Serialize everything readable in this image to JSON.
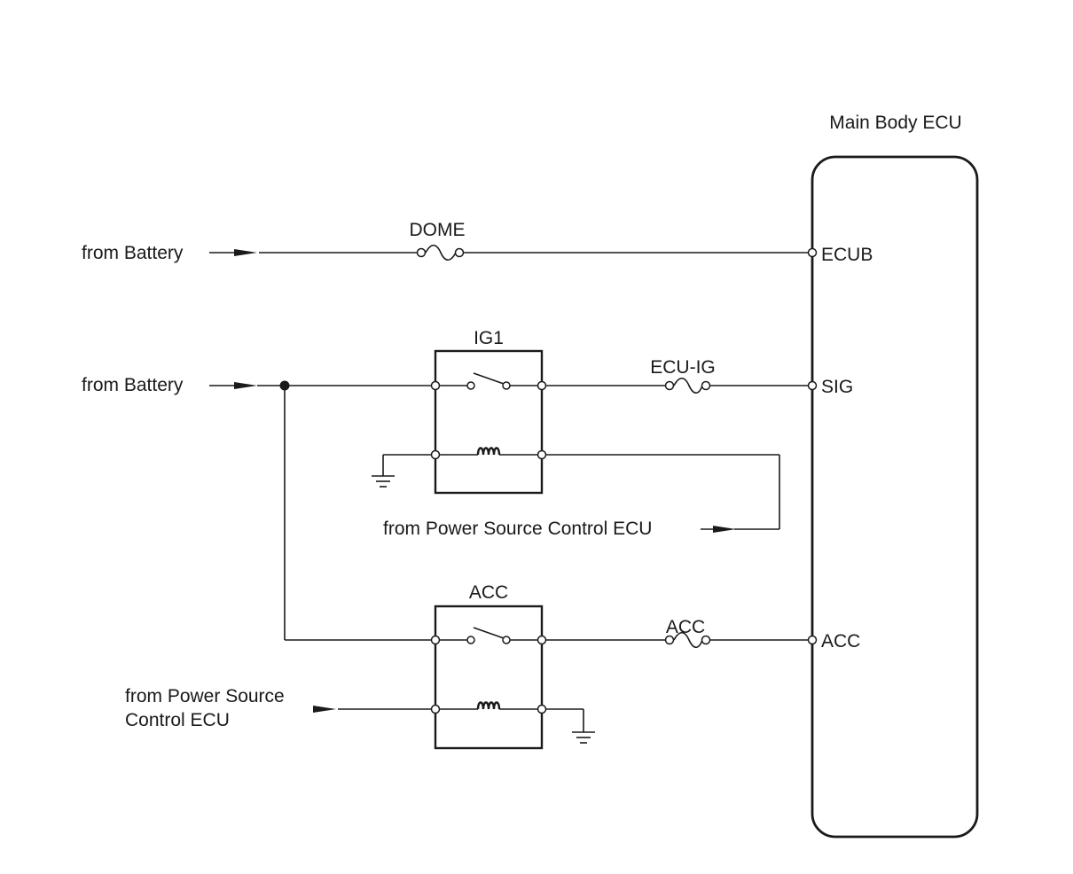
{
  "ecu": {
    "title": "Main Body ECU"
  },
  "pins": {
    "ecub": "ECUB",
    "sig": "SIG",
    "acc": "ACC"
  },
  "fuses": {
    "dome": "DOME",
    "ecu_ig": "ECU-IG",
    "acc": "ACC"
  },
  "relays": {
    "ig1": "IG1",
    "acc": "ACC"
  },
  "sources": {
    "battery_1": "from Battery",
    "battery_2": "from Battery",
    "psc_ecu_1": "from Power Source Control ECU",
    "psc_ecu_2_line1": "from Power Source",
    "psc_ecu_2_line2": "Control ECU"
  },
  "colors": {
    "line": "#1a1a1a",
    "background": "#ffffff"
  }
}
